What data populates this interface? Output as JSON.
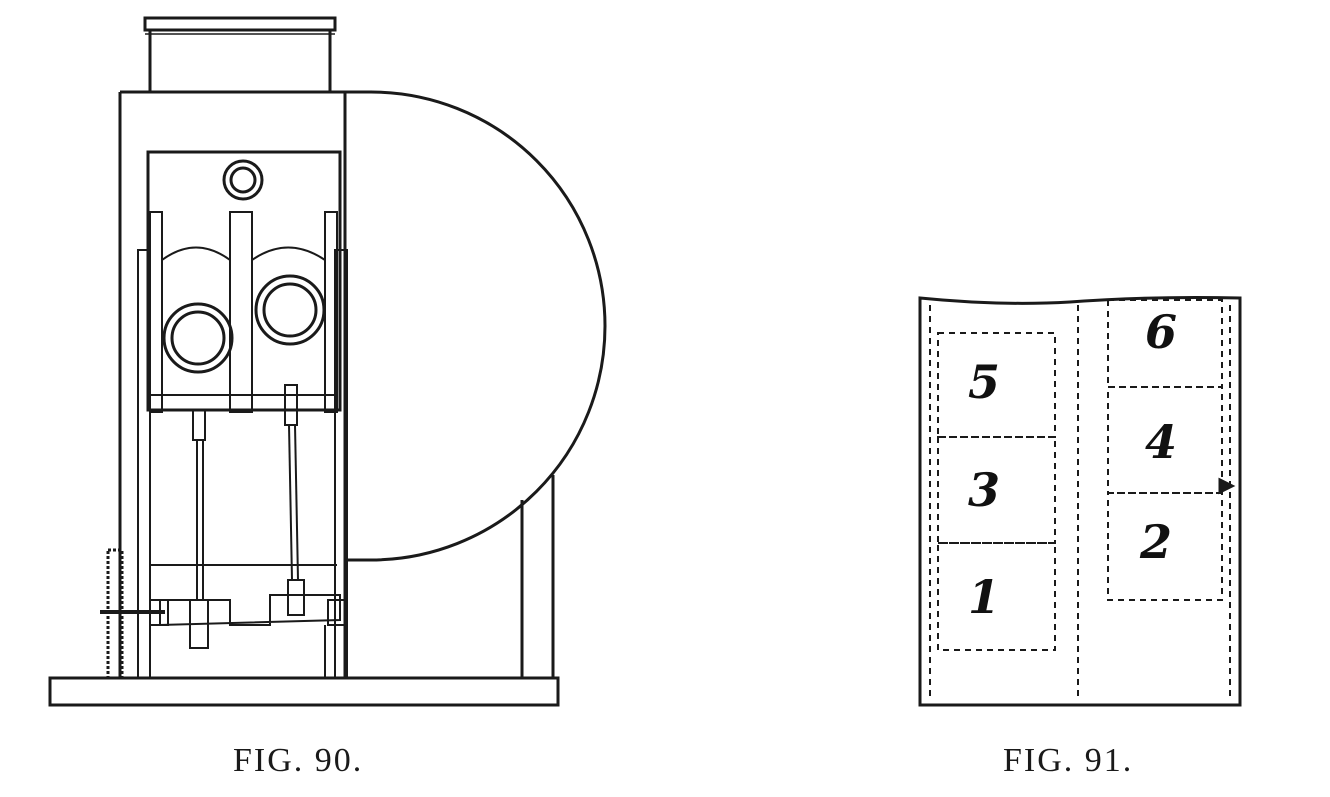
{
  "figures": [
    {
      "caption": "FIG. 90."
    },
    {
      "caption": "FIG. 91.",
      "labels": [
        "5",
        "3",
        "1",
        "6",
        "4",
        "2"
      ]
    }
  ]
}
